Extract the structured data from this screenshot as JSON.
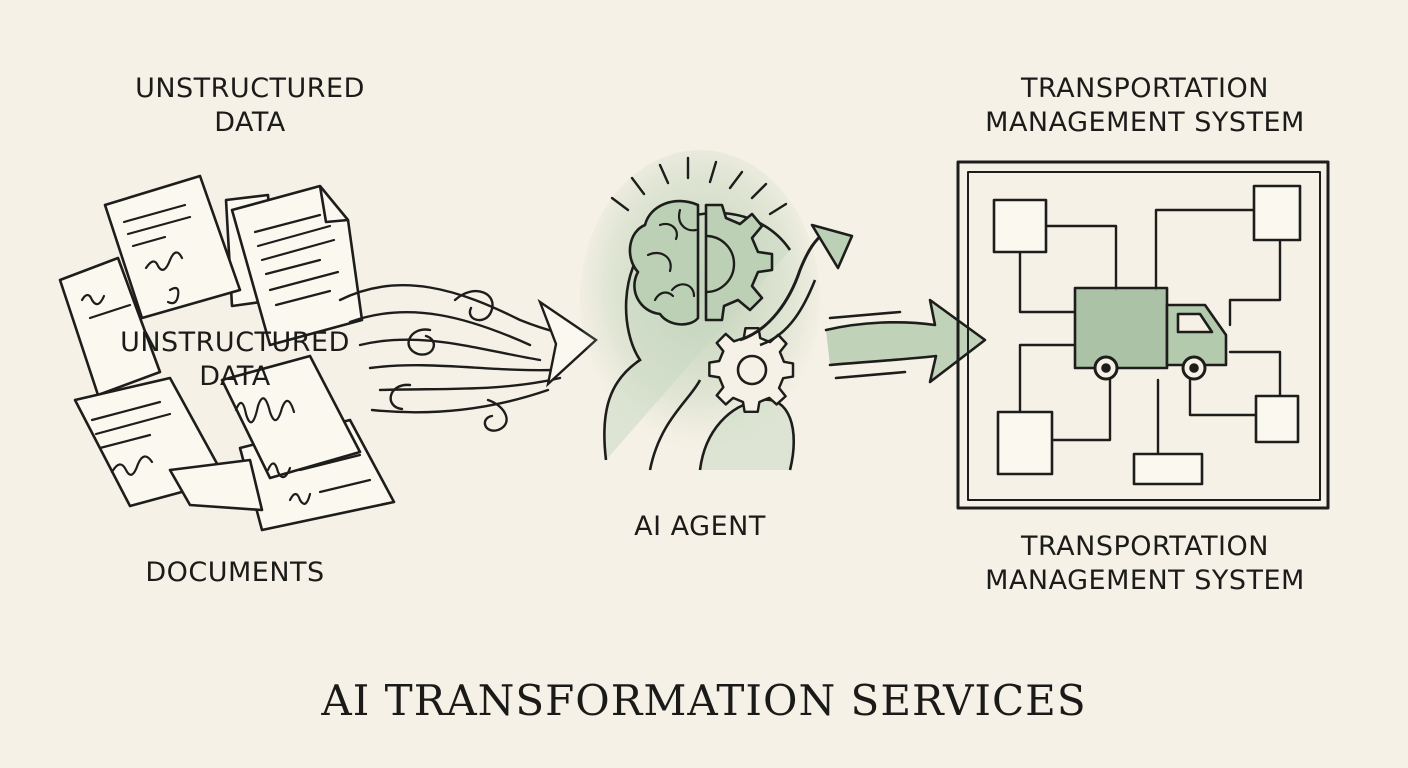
{
  "labels": {
    "source_top": [
      "UNSTRUCTURED",
      "DATA"
    ],
    "source_middle": [
      "UNSTRUCTURED",
      "DATA"
    ],
    "source_bottom": "DOCUMENTS",
    "agent": "AI AGENT",
    "tms_top": [
      "TRANSPORTATION",
      "MANAGEMENT SYSTEM"
    ],
    "tms_bottom": [
      "TRANSPORTATION",
      "MANAGEMENT SYSTEM"
    ]
  },
  "title": "AI TRANSFORMATION SERVICES",
  "icons": [
    "document-stack-icon",
    "data-flow-arrow-icon",
    "ai-head-brain-gear-icon",
    "growth-arrow-icon",
    "arrow-right-icon",
    "network-grid-icon",
    "truck-icon"
  ],
  "colors": {
    "background": "#f6f1e6",
    "ink": "#1d1d1b",
    "accent_green": "#9db89a"
  }
}
